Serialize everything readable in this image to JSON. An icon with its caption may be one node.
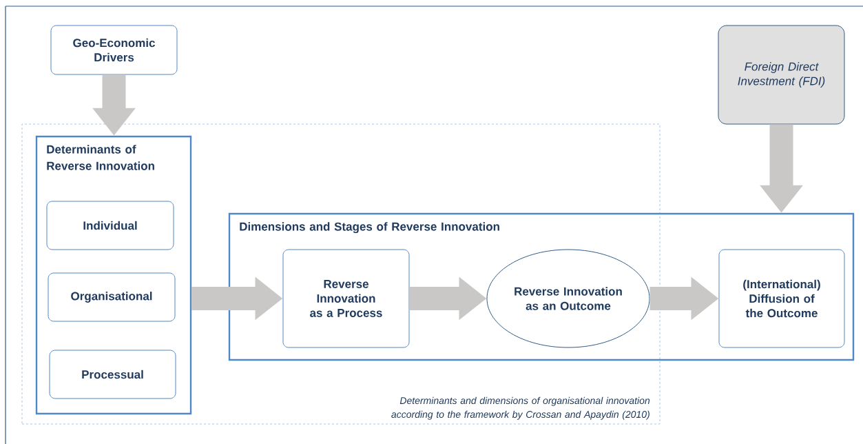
{
  "diagram": {
    "nodes": [
      {
        "text": [
          "Geo-Economic Drivers"
        ]
      },
      {
        "text": [
          "Determinants and dimensions of organisational innovation according to the framework by Crossan and Apaydin (2010)"
        ]
      },
      {
        "text": [
          "Determinants of Reverse Innovation"
        ],
        "in": 1
      },
      {
        "text": [
          "Individual"
        ],
        "in": 2
      },
      {
        "text": [
          "Organisational"
        ],
        "in": 2
      },
      {
        "text": [
          "Processual"
        ],
        "in": 2
      },
      {
        "text": [
          "Foreign Direct Investment (FDI)"
        ]
      },
      {
        "text": [
          "Dimensions and Stages of Reverse Innovation"
        ]
      },
      {
        "text": [
          "Reverse Innovation as a Process"
        ]
      },
      {
        "text": [
          "Reverse Innovation as an Outcome"
        ]
      },
      {
        "text": [
          "(International) Diffusion of the Outcome"
        ],
        "in": 7
      }
    ],
    "edges": [
      {
        "from": 0,
        "to": 2,
        "arrow": "to"
      },
      {
        "from": 2,
        "to": 8,
        "arrow": "to"
      },
      {
        "from": 8,
        "to": 9,
        "arrow": "to"
      },
      {
        "from": 9,
        "to": 10,
        "arrow": "to"
      },
      {
        "from": 6,
        "to": 7,
        "arrow": "to"
      }
    ]
  }
}
